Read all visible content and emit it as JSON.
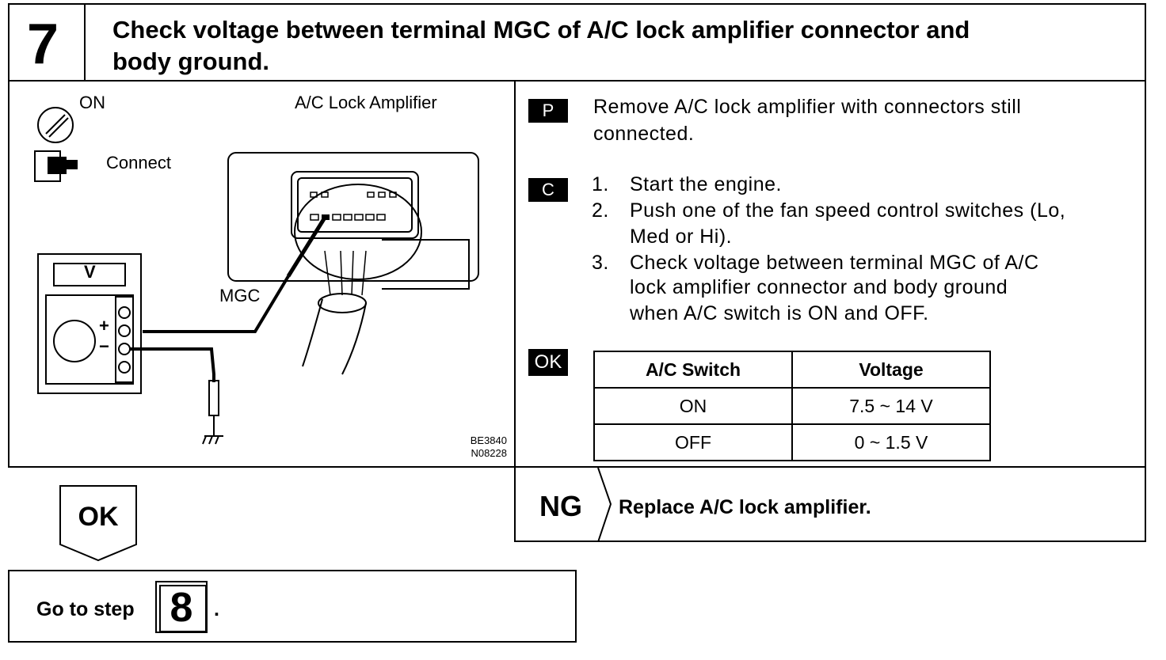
{
  "step": {
    "number": "7",
    "title_line1": "Check voltage between terminal MGC of A/C lock amplifier connector and",
    "title_line2": "body ground."
  },
  "diagram": {
    "ignition_label": "ON",
    "connector_state_label": "Connect",
    "component_label": "A/C Lock Amplifier",
    "terminal_label": "MGC",
    "meter_unit": "V",
    "plus_sign": "+",
    "minus_sign": "−",
    "code1": "BE3840",
    "code2": "N08228"
  },
  "prep": {
    "tag": "P",
    "text_line1": "Remove A/C lock amplifier with connectors still",
    "text_line2": "connected."
  },
  "check": {
    "tag": "C",
    "steps": [
      {
        "num": "1.",
        "lines": [
          "Start the engine."
        ]
      },
      {
        "num": "2.",
        "lines": [
          "Push one of the fan speed control switches (Lo,",
          "Med or Hi)."
        ]
      },
      {
        "num": "3.",
        "lines": [
          "Check voltage between terminal MGC of A/C",
          "lock amplifier connector and body ground",
          "when A/C switch is ON and OFF."
        ]
      }
    ]
  },
  "ok_table": {
    "tag": "OK",
    "headers": [
      "A/C Switch",
      "Voltage"
    ],
    "rows": [
      [
        "ON",
        "7.5  ~  14 V"
      ],
      [
        "OFF",
        "0  ~  1.5 V"
      ]
    ]
  },
  "ok_branch": {
    "label": "OK"
  },
  "ng_branch": {
    "label": "NG",
    "action": "Replace A/C lock amplifier."
  },
  "goto": {
    "prefix": "Go to step",
    "step": "8",
    "suffix": "."
  }
}
